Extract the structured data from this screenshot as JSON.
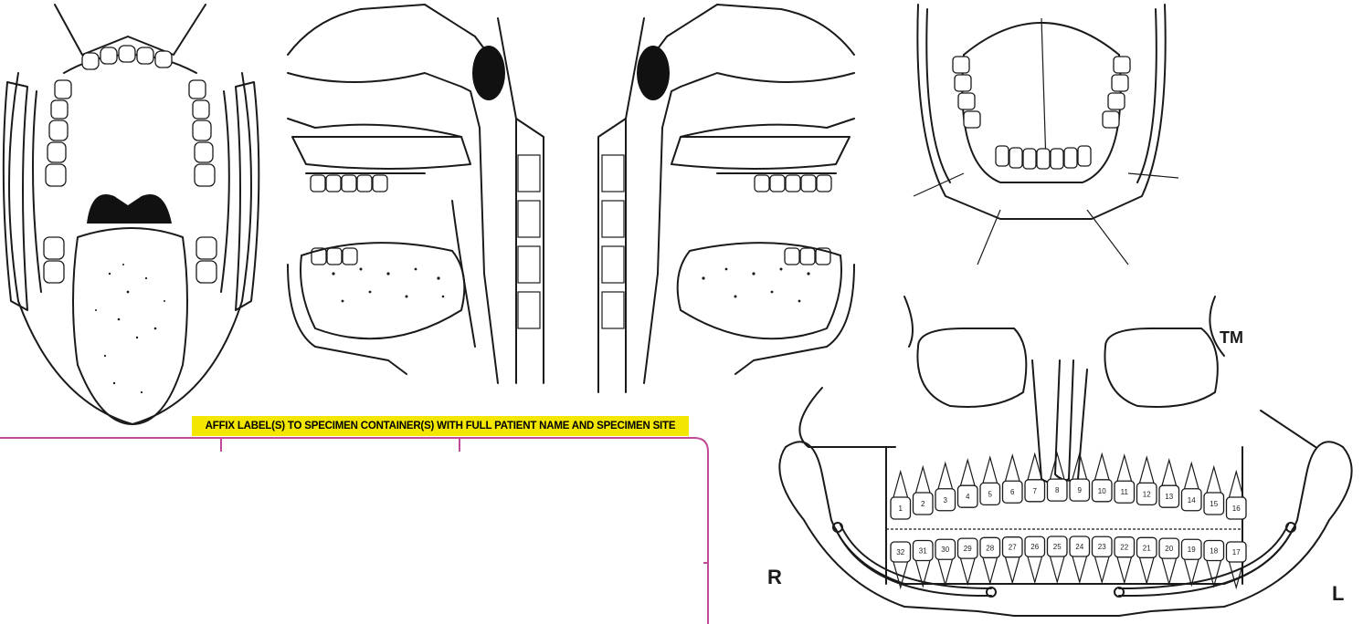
{
  "banner": {
    "text": "AFFIX LABEL(S) TO SPECIMEN CONTAINER(S) WITH FULL PATIENT NAME AND SPECIMEN SITE",
    "background": "#f3e600"
  },
  "frame_color": "#c04a98",
  "panoramic": {
    "label_tm": "TM",
    "label_right": "R",
    "label_left": "L",
    "upper_teeth": [
      "1",
      "2",
      "3",
      "4",
      "5",
      "6",
      "7",
      "8",
      "9",
      "10",
      "11",
      "12",
      "13",
      "14",
      "15",
      "16"
    ],
    "lower_teeth": [
      "32",
      "31",
      "30",
      "29",
      "28",
      "27",
      "26",
      "25",
      "24",
      "23",
      "22",
      "21",
      "20",
      "19",
      "18",
      "17"
    ]
  }
}
